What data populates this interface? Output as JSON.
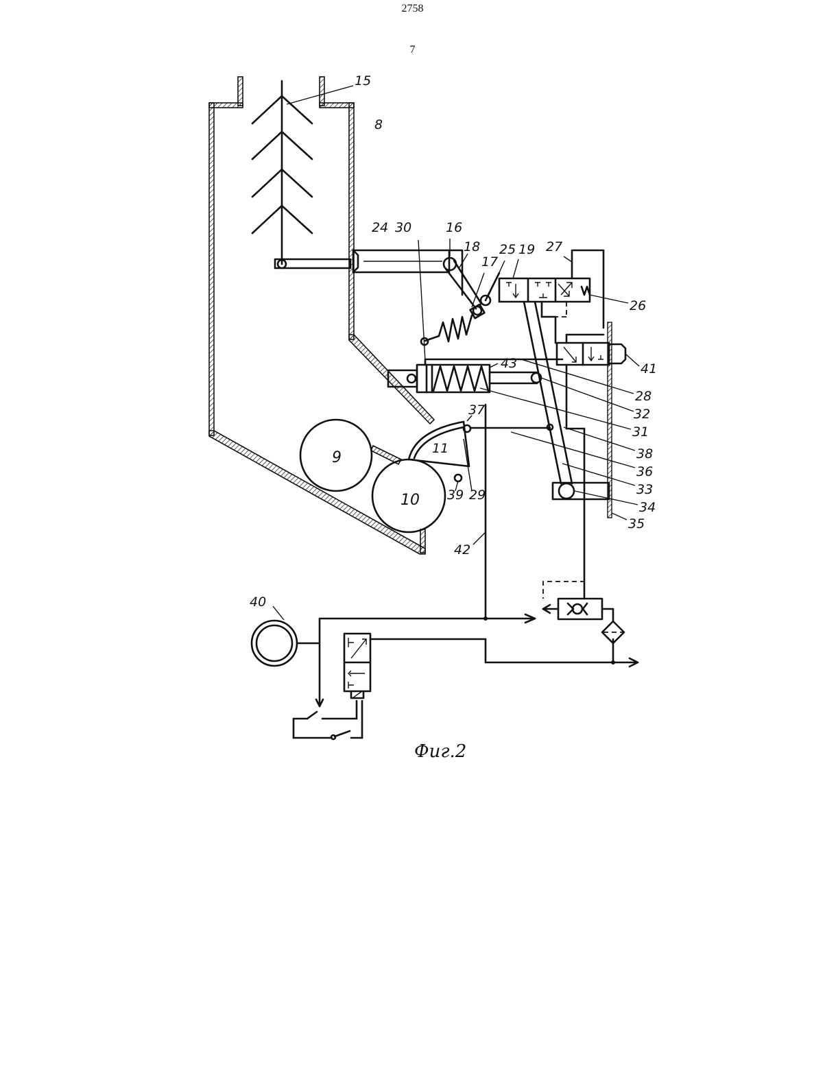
{
  "header": {
    "patent_number": "2758",
    "page_number": "7"
  },
  "caption": "Фиг.2",
  "labels": {
    "l15": "15",
    "l8": "8",
    "l24": "24",
    "l30": "30",
    "l16": "16",
    "l18": "18",
    "l17": "17",
    "l25": "25",
    "l19": "19",
    "l27": "27",
    "l26": "26",
    "l41": "41",
    "l43": "43",
    "l28": "28",
    "l32": "32",
    "l31": "31",
    "l37": "37",
    "l38": "38",
    "l36": "36",
    "l33": "33",
    "l34": "34",
    "l35": "35",
    "l9": "9",
    "l10": "10",
    "l11": "11",
    "l39": "39",
    "l29": "29",
    "l42": "42",
    "l40": "40"
  }
}
